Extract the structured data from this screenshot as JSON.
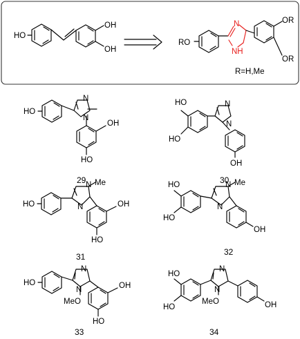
{
  "colors": {
    "highlight": "#e8201e",
    "ink": "#000000",
    "frame": "#333333"
  },
  "scheme": {
    "conversion_arrow": "double-line-arrow-right",
    "substituent_note": "R=H,Me"
  },
  "atoms": {
    "oh": "OH",
    "ho": "HO",
    "or": "OR",
    "ro": "RO",
    "n": "N",
    "nh": "NH",
    "h": "H",
    "me": "Me",
    "meo": "MeO"
  },
  "compounds": [
    {
      "label": "29"
    },
    {
      "label": "30"
    },
    {
      "label": "31"
    },
    {
      "label": "32"
    },
    {
      "label": "33"
    },
    {
      "label": "34"
    }
  ]
}
